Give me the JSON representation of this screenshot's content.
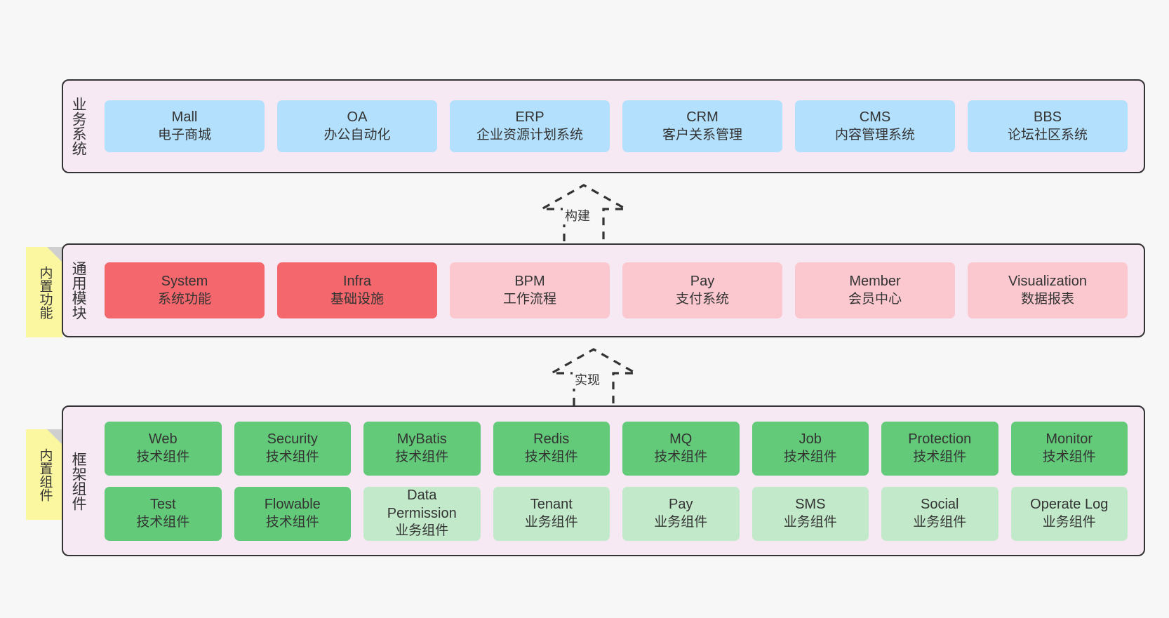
{
  "diagram": {
    "background_color": "#f7f7f7",
    "panel_color": "#f7e9f4",
    "panel_border_color": "#333333",
    "note_color": "#fbf7a1",
    "note_fold_color": "#cfcfcf"
  },
  "notes": [
    {
      "id": "note-builtin-features",
      "label": "内置功能"
    },
    {
      "id": "note-builtin-components",
      "label": "内置组件"
    }
  ],
  "connectors": [
    {
      "id": "connector-build",
      "label": "构建",
      "style": "dashed-hollow-arrow-up"
    },
    {
      "id": "connector-implement",
      "label": "实现",
      "style": "dashed-hollow-arrow-up"
    }
  ],
  "layers": [
    {
      "id": "layer-business-systems",
      "title": "业务系统",
      "rows": [
        {
          "items": [
            {
              "name": "Mall",
              "desc": "电子商城",
              "color": "#b3e0fc",
              "variant": "c-blue"
            },
            {
              "name": "OA",
              "desc": "办公自动化",
              "color": "#b3e0fc",
              "variant": "c-blue"
            },
            {
              "name": "ERP",
              "desc": "企业资源计划系统",
              "color": "#b3e0fc",
              "variant": "c-blue"
            },
            {
              "name": "CRM",
              "desc": "客户关系管理",
              "color": "#b3e0fc",
              "variant": "c-blue"
            },
            {
              "name": "CMS",
              "desc": "内容管理系统",
              "color": "#b3e0fc",
              "variant": "c-blue"
            },
            {
              "name": "BBS",
              "desc": "论坛社区系统",
              "color": "#b3e0fc",
              "variant": "c-blue"
            }
          ]
        }
      ]
    },
    {
      "id": "layer-common-modules",
      "title": "通用模块",
      "rows": [
        {
          "items": [
            {
              "name": "System",
              "desc": "系统功能",
              "color": "#f4676c",
              "variant": "c-red"
            },
            {
              "name": "Infra",
              "desc": "基础设施",
              "color": "#f4676c",
              "variant": "c-red"
            },
            {
              "name": "BPM",
              "desc": "工作流程",
              "color": "#fbc8cf",
              "variant": "c-pink"
            },
            {
              "name": "Pay",
              "desc": "支付系统",
              "color": "#fbc8cf",
              "variant": "c-pink"
            },
            {
              "name": "Member",
              "desc": "会员中心",
              "color": "#fbc8cf",
              "variant": "c-pink"
            },
            {
              "name": "Visualization",
              "desc": "数据报表",
              "color": "#fbc8cf",
              "variant": "c-pink"
            }
          ]
        }
      ]
    },
    {
      "id": "layer-framework-components",
      "title": "框架组件",
      "rows": [
        {
          "items": [
            {
              "name": "Web",
              "desc": "技术组件",
              "color": "#63ca79",
              "variant": "c-green"
            },
            {
              "name": "Security",
              "desc": "技术组件",
              "color": "#63ca79",
              "variant": "c-green"
            },
            {
              "name": "MyBatis",
              "desc": "技术组件",
              "color": "#63ca79",
              "variant": "c-green"
            },
            {
              "name": "Redis",
              "desc": "技术组件",
              "color": "#63ca79",
              "variant": "c-green"
            },
            {
              "name": "MQ",
              "desc": "技术组件",
              "color": "#63ca79",
              "variant": "c-green"
            },
            {
              "name": "Job",
              "desc": "技术组件",
              "color": "#63ca79",
              "variant": "c-green"
            },
            {
              "name": "Protection",
              "desc": "技术组件",
              "color": "#63ca79",
              "variant": "c-green"
            },
            {
              "name": "Monitor",
              "desc": "技术组件",
              "color": "#63ca79",
              "variant": "c-green"
            }
          ]
        },
        {
          "items": [
            {
              "name": "Test",
              "desc": "技术组件",
              "color": "#63ca79",
              "variant": "c-green"
            },
            {
              "name": "Flowable",
              "desc": "技术组件",
              "color": "#63ca79",
              "variant": "c-green"
            },
            {
              "name": "Data Permission",
              "desc": "业务组件",
              "color": "#c2e9c9",
              "variant": "c-lgreen"
            },
            {
              "name": "Tenant",
              "desc": "业务组件",
              "color": "#c2e9c9",
              "variant": "c-lgreen"
            },
            {
              "name": "Pay",
              "desc": "业务组件",
              "color": "#c2e9c9",
              "variant": "c-lgreen"
            },
            {
              "name": "SMS",
              "desc": "业务组件",
              "color": "#c2e9c9",
              "variant": "c-lgreen"
            },
            {
              "name": "Social",
              "desc": "业务组件",
              "color": "#c2e9c9",
              "variant": "c-lgreen"
            },
            {
              "name": "Operate Log",
              "desc": "业务组件",
              "color": "#c2e9c9",
              "variant": "c-lgreen"
            }
          ]
        }
      ]
    }
  ]
}
